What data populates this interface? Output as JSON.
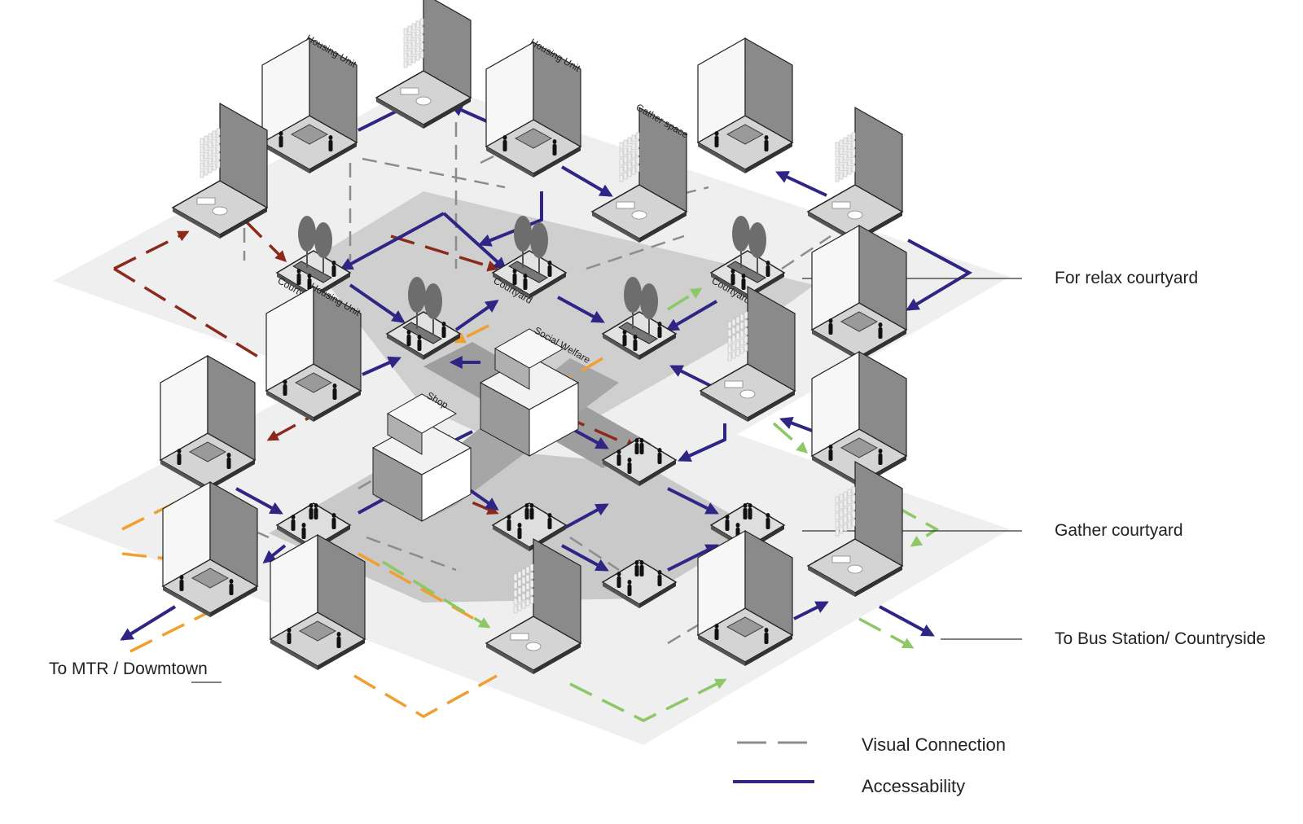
{
  "labels": {
    "housing_unit": "Housing Unit",
    "gather_space": "Gather space",
    "courtyard": "Courtyard",
    "social_welfare": "Social Welfare",
    "shop": "Shop"
  },
  "callouts": {
    "relax": "For relax courtyard",
    "gather": "Gather courtyard",
    "bus": "To Bus Station/ Countryside",
    "mtr": "To MTR / Dowmtown"
  },
  "legend": {
    "visual": "Visual Connection",
    "access": "Accessability"
  },
  "colors": {
    "accessibility": "#2e2585",
    "visual": "#8c8c8c",
    "red_route": "#8b2a1a",
    "orange_route": "#f0a030",
    "green_route": "#8cc866",
    "ground_light": "#efefef",
    "ground_dark": "#c4c4c4",
    "wall_dark": "#8a8a8a"
  }
}
